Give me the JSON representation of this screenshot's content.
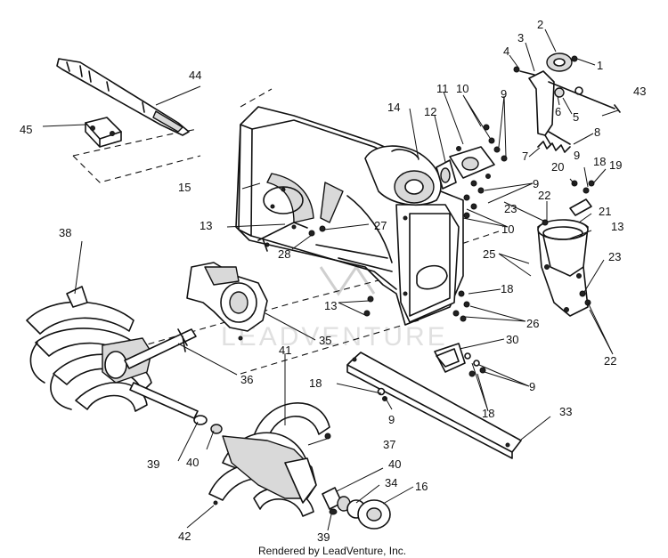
{
  "diagram": {
    "footer": "Rendered by LeadVenture, Inc.",
    "watermark": "LEADVENTURE",
    "callouts": {
      "c1": "1",
      "c2": "2",
      "c3": "3",
      "c4": "4",
      "c5": "5",
      "c6": "6",
      "c7": "7",
      "c8": "8",
      "c9a": "9",
      "c9b": "9",
      "c9c": "9",
      "c9d": "9",
      "c9e": "9",
      "c10a": "10",
      "c10b": "10",
      "c11": "11",
      "c12": "12",
      "c13a": "13",
      "c13b": "13",
      "c13c": "13",
      "c14": "14",
      "c15": "15",
      "c16": "16",
      "c18a": "18",
      "c18b": "18",
      "c18c": "18",
      "c18d": "18",
      "c19": "19",
      "c20": "20",
      "c21": "21",
      "c22a": "22",
      "c22b": "22",
      "c23a": "23",
      "c23b": "23",
      "c25": "25",
      "c26": "26",
      "c27": "27",
      "c28": "28",
      "c30": "30",
      "c33": "33",
      "c34": "34",
      "c35": "35",
      "c36": "36",
      "c37": "37",
      "c38": "38",
      "c39a": "39",
      "c39b": "39",
      "c40a": "40",
      "c40b": "40",
      "c41": "41",
      "c42": "42",
      "c43": "43",
      "c44": "44",
      "c45": "45"
    }
  }
}
